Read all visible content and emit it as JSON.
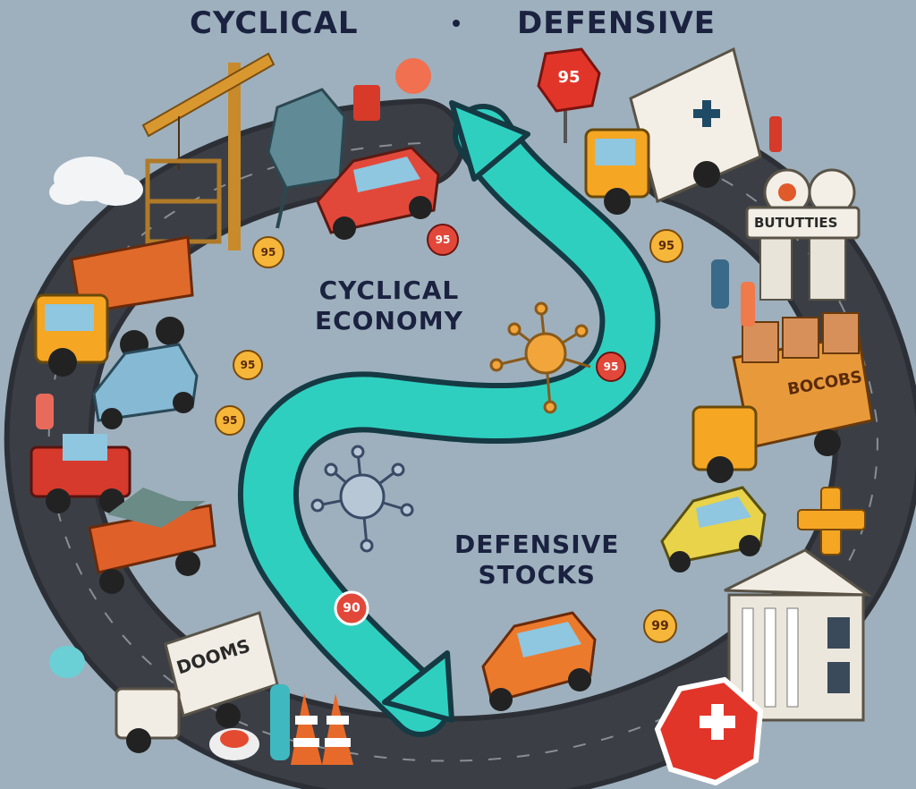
{
  "header": {
    "left_title": "CYCLICAL",
    "right_title": "DEFENSIVE"
  },
  "center": {
    "upper_line1": "CYCLICAL",
    "upper_line2": "ECONOMY",
    "lower_line1": "DEFENSIVE",
    "lower_line2": "STOCKS"
  },
  "signs": {
    "truck_left": "DOOMS",
    "truck_right": "BOCOBS",
    "utilities": "BUTUTTIES",
    "stop_top": "95",
    "coin_a": "95",
    "coin_b": "95",
    "coin_c": "95",
    "coin_d": "95",
    "coin_e": "95",
    "coin_f": "95",
    "coin_g": "90",
    "coin_h": "99"
  },
  "colors": {
    "background": "#9eb0bd",
    "road": "#3b3f45",
    "arrow": "#2fcfc0",
    "arrow_outline": "#153a44",
    "title": "#1a2240"
  }
}
